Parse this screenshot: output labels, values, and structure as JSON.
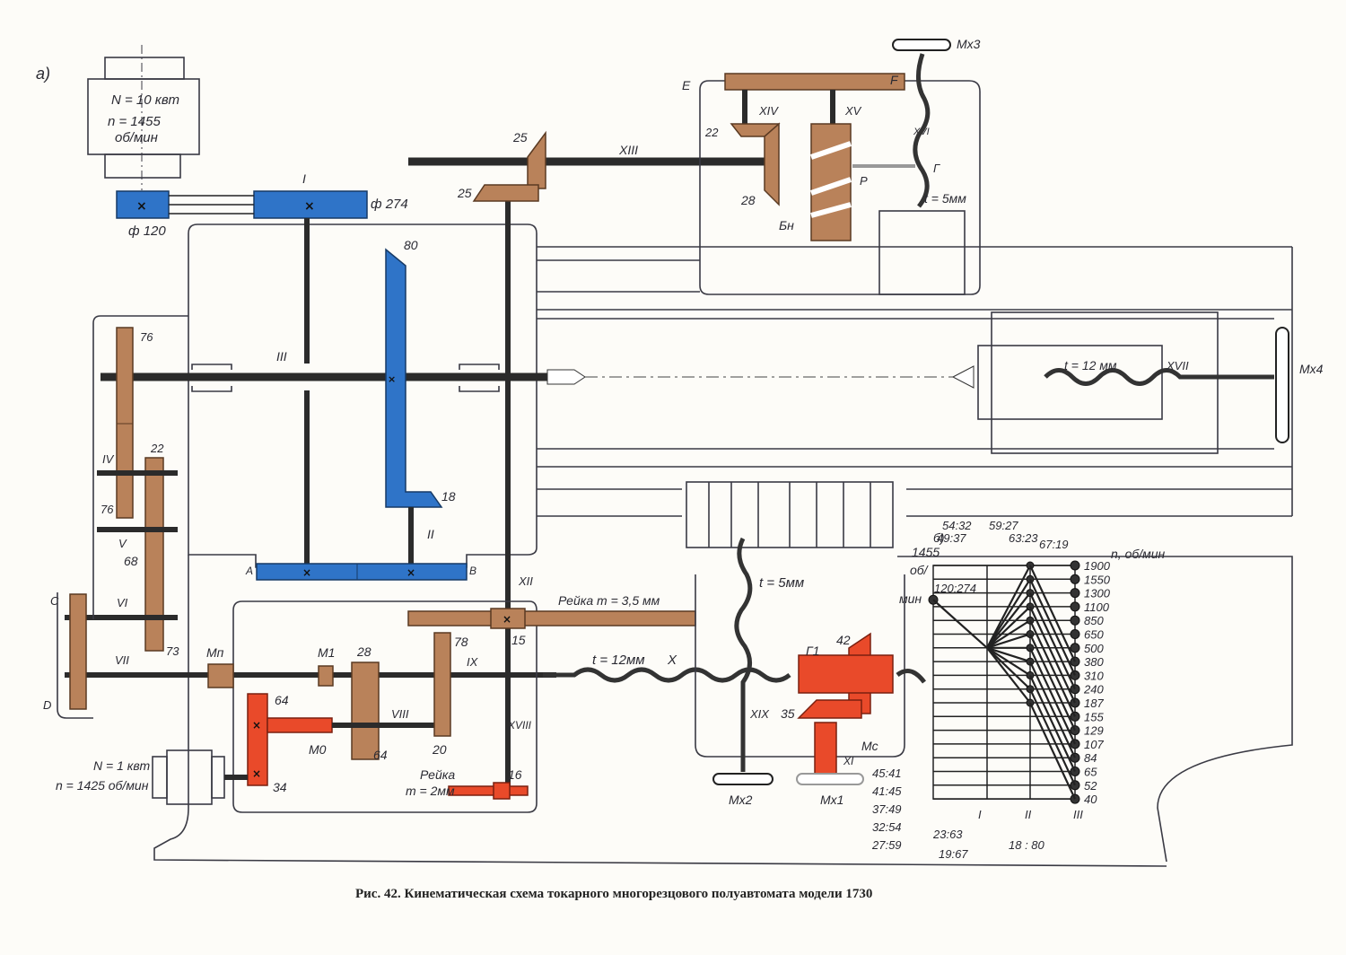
{
  "figure": {
    "part_a_label": "а)",
    "part_b_label": "б)",
    "caption": "Рис. 42. Кинематическая схема токарного многорезцового полуавтомата модели 1730"
  },
  "main_motor": {
    "power": "N = 10 квт",
    "speed": "n = 1455",
    "speed_unit": "об/мин"
  },
  "feed_motor": {
    "power": "N = 1 квт",
    "speed": "n = 1425 об/мин"
  },
  "pulleys": {
    "small": "ф 120",
    "large": "ф 274"
  },
  "shafts": [
    "I",
    "II",
    "III",
    "IV",
    "V",
    "VI",
    "VII",
    "VIII",
    "IX",
    "X",
    "XI",
    "XII",
    "XIII",
    "XIV",
    "XV",
    "XVI",
    "XVII",
    "XVIII",
    "XIX"
  ],
  "gears": {
    "g80": "80",
    "g18": "18",
    "gA": "A",
    "gB": "B",
    "g76a": "76",
    "g76b": "76",
    "g22": "22",
    "g68": "68",
    "g73": "73",
    "gC": "C",
    "gD": "D",
    "g25a": "25",
    "g25b": "25",
    "g22b": "22",
    "g28a": "28",
    "gE": "E",
    "gF": "F",
    "gBn": "Бн",
    "gP": "P",
    "gG": "Г",
    "g28b": "28",
    "g64a": "64",
    "g64b": "64",
    "g34": "34",
    "g78": "78",
    "g20": "20",
    "g15": "15",
    "g16": "16",
    "g42": "42",
    "g35": "35",
    "gG1": "Г1"
  },
  "clutches": {
    "mp": "Мп",
    "m1": "М1",
    "m0": "М0",
    "mc": "Мс"
  },
  "handwheels": {
    "mx1": "Мх1",
    "mx2": "Мх2",
    "mx3": "Мх3",
    "mx4": "Мх4"
  },
  "screws": {
    "t5_top": "t = 5мм",
    "t12_tail": "t = 12 мм",
    "t12_lead": "t = 12мм",
    "t5_carriage": "t = 5мм"
  },
  "racks": {
    "rack_35": "Рейка  m = 3,5 мм",
    "rack_2_a": "Рейка",
    "rack_2_b": "m = 2мм"
  },
  "speed_chart": {
    "input_speed": "1455",
    "input_unit_a": "об/",
    "input_unit_b": "мин",
    "belt_ratio": "120:274",
    "axis_title": "n, об/мин",
    "speeds": [
      "1900",
      "1550",
      "1300",
      "1100",
      "850",
      "650",
      "500",
      "380",
      "310",
      "240",
      "187",
      "155",
      "129",
      "107",
      "84",
      "65",
      "52",
      "40"
    ],
    "ratios_top": [
      "54:32",
      "59:27",
      "49:37",
      "63:23",
      "67:19"
    ],
    "ratios_left": [
      "45:41",
      "41:45",
      "37:49",
      "32:54",
      "27:59"
    ],
    "ratios_bottom": [
      "23:63",
      "19:67",
      "18 : 80"
    ],
    "shaft_marks": [
      "I",
      "II",
      "III"
    ]
  }
}
